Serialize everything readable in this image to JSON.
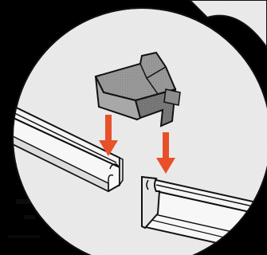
{
  "figure": {
    "description_text": "",
    "colors": {
      "frame": "#000000",
      "callout_bg": "#ececec",
      "rail_fill": "#f4f4f4",
      "rail_shade": "#d6d6d6",
      "block_top": "#8a8a8a",
      "block_side": "#6f6f6f",
      "block_front": "#9d9d9d",
      "arrow": "#e8502a",
      "outline": "#111111"
    },
    "parts": {
      "connector": "connector-block",
      "left_rail": "left-rail",
      "right_rail": "right-rail",
      "arrows": [
        "arrow-left",
        "arrow-right"
      ]
    }
  }
}
